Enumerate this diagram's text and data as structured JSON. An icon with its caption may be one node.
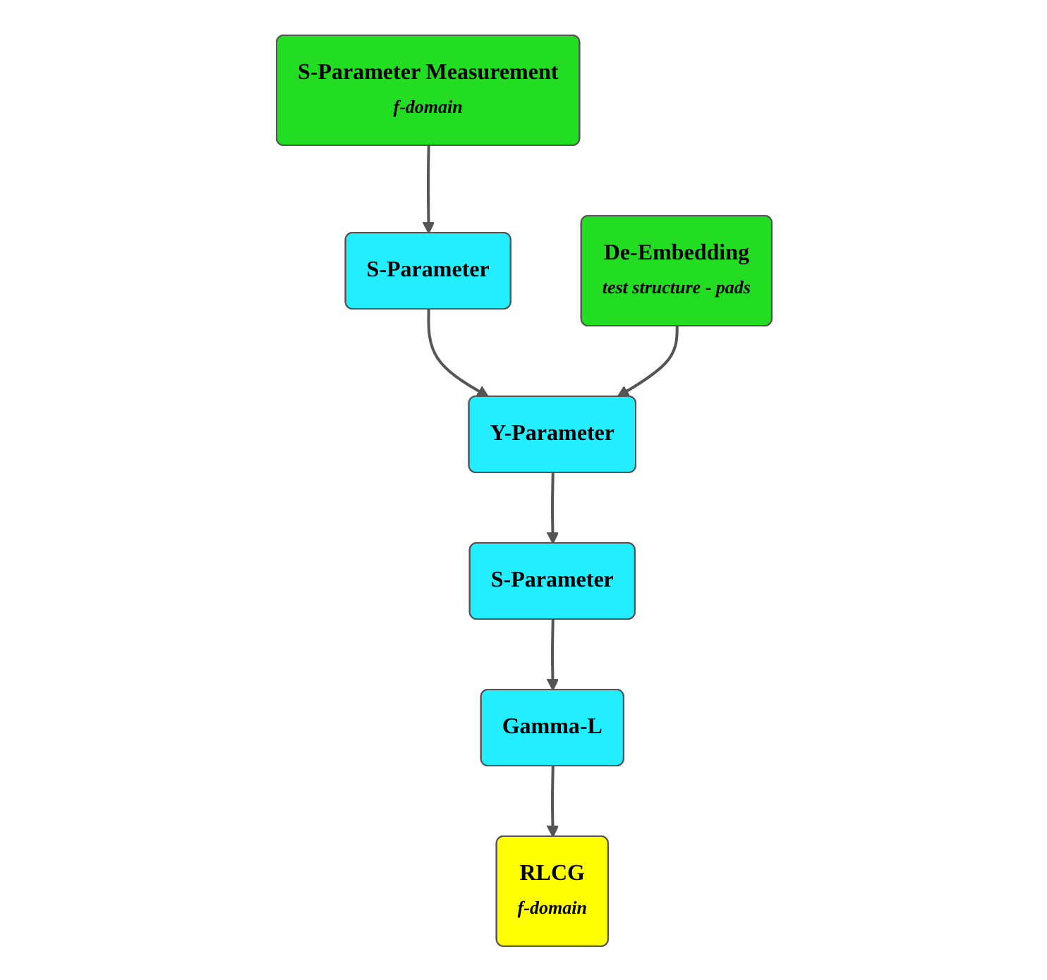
{
  "diagram": {
    "nodes": [
      {
        "text": [
          "S-Parameter Measurement",
          "f-domain"
        ]
      },
      {
        "text": [
          "S-Parameter"
        ]
      },
      {
        "text": [
          "De-Embedding",
          "test structure - pads"
        ]
      },
      {
        "text": [
          "Y-Parameter"
        ]
      },
      {
        "text": [
          "S-Parameter"
        ]
      },
      {
        "text": [
          "Gamma-L"
        ]
      },
      {
        "text": [
          "RLCG",
          "f-domain"
        ]
      }
    ],
    "edges": [
      {
        "from": 0,
        "to": 1,
        "arrow": "to"
      },
      {
        "from": 1,
        "to": 3,
        "arrow": "to"
      },
      {
        "from": 2,
        "to": 3,
        "arrow": "to"
      },
      {
        "from": 3,
        "to": 4,
        "arrow": "to"
      },
      {
        "from": 4,
        "to": 5,
        "arrow": "to"
      },
      {
        "from": 5,
        "to": 6,
        "arrow": "to"
      }
    ]
  }
}
